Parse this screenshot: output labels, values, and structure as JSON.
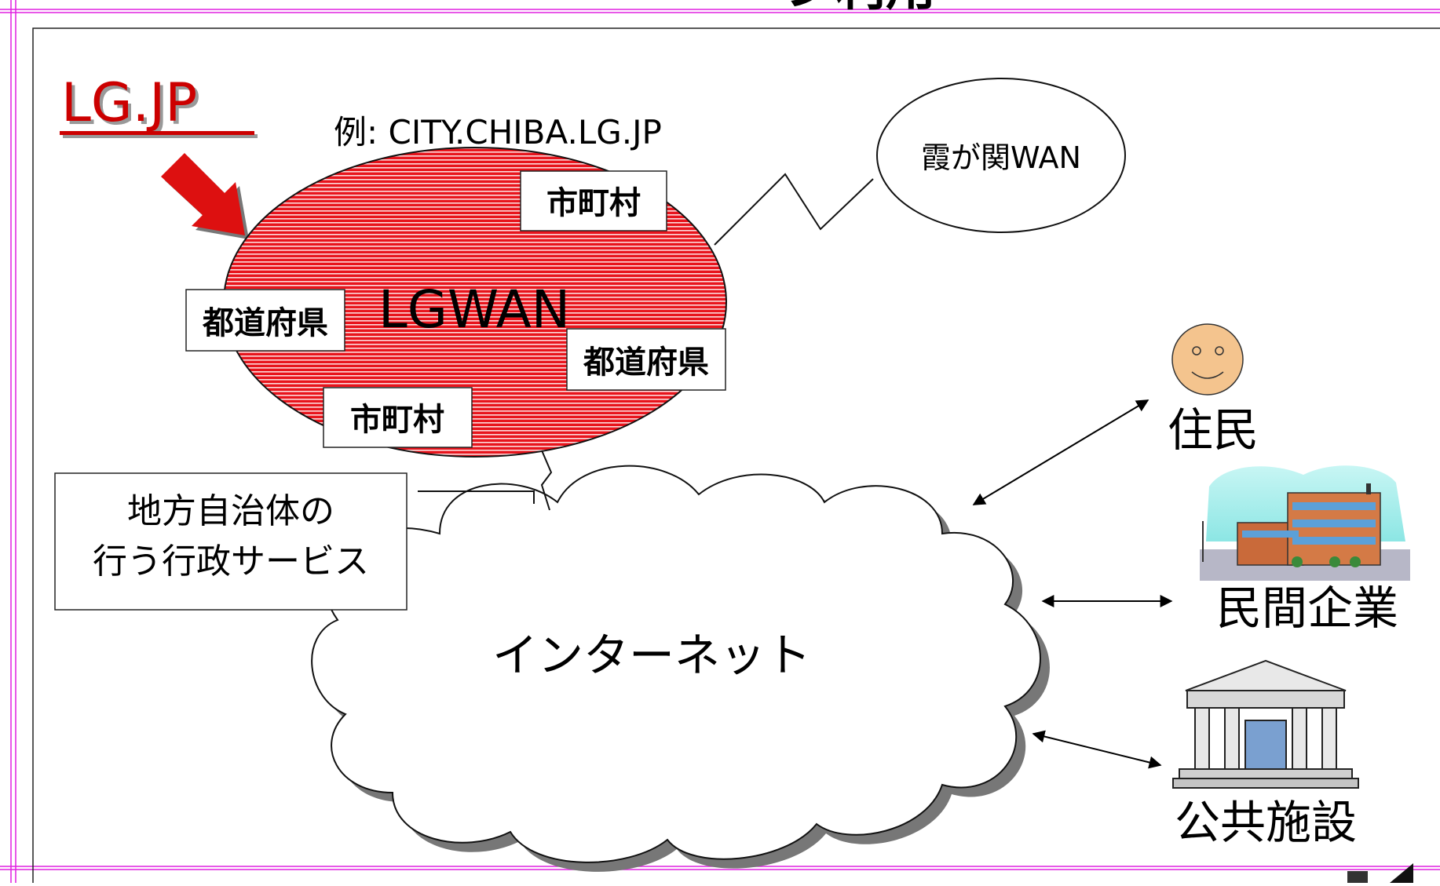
{
  "slide": {
    "top_title_fragment": "ン利用",
    "domain_badge": "LG.JP",
    "example_domain": "例: CITY.CHIBA.LG.JP",
    "kasumigaseki_wan": "霞が関WAN",
    "lgwan_label": "LGWAN",
    "lgwan_boxes": [
      "市町村",
      "都道府県",
      "都道府県",
      "市町村"
    ],
    "local_gov_services": [
      "地方自治体の",
      "行う行政サービス"
    ],
    "internet_label": "インターネット",
    "users": [
      "住民",
      "民間企業",
      "公共施設"
    ]
  },
  "colors": {
    "frame_magenta": "#e020e0",
    "lgwan_red": "#e8141c",
    "badge_red": "#cc0000",
    "face_orange": "#f4c48e",
    "sky_cyan": "#a8f0ee"
  },
  "icons": [
    "smiley-face-icon",
    "office-building-icon",
    "public-building-icon",
    "down-right-arrow-icon"
  ]
}
